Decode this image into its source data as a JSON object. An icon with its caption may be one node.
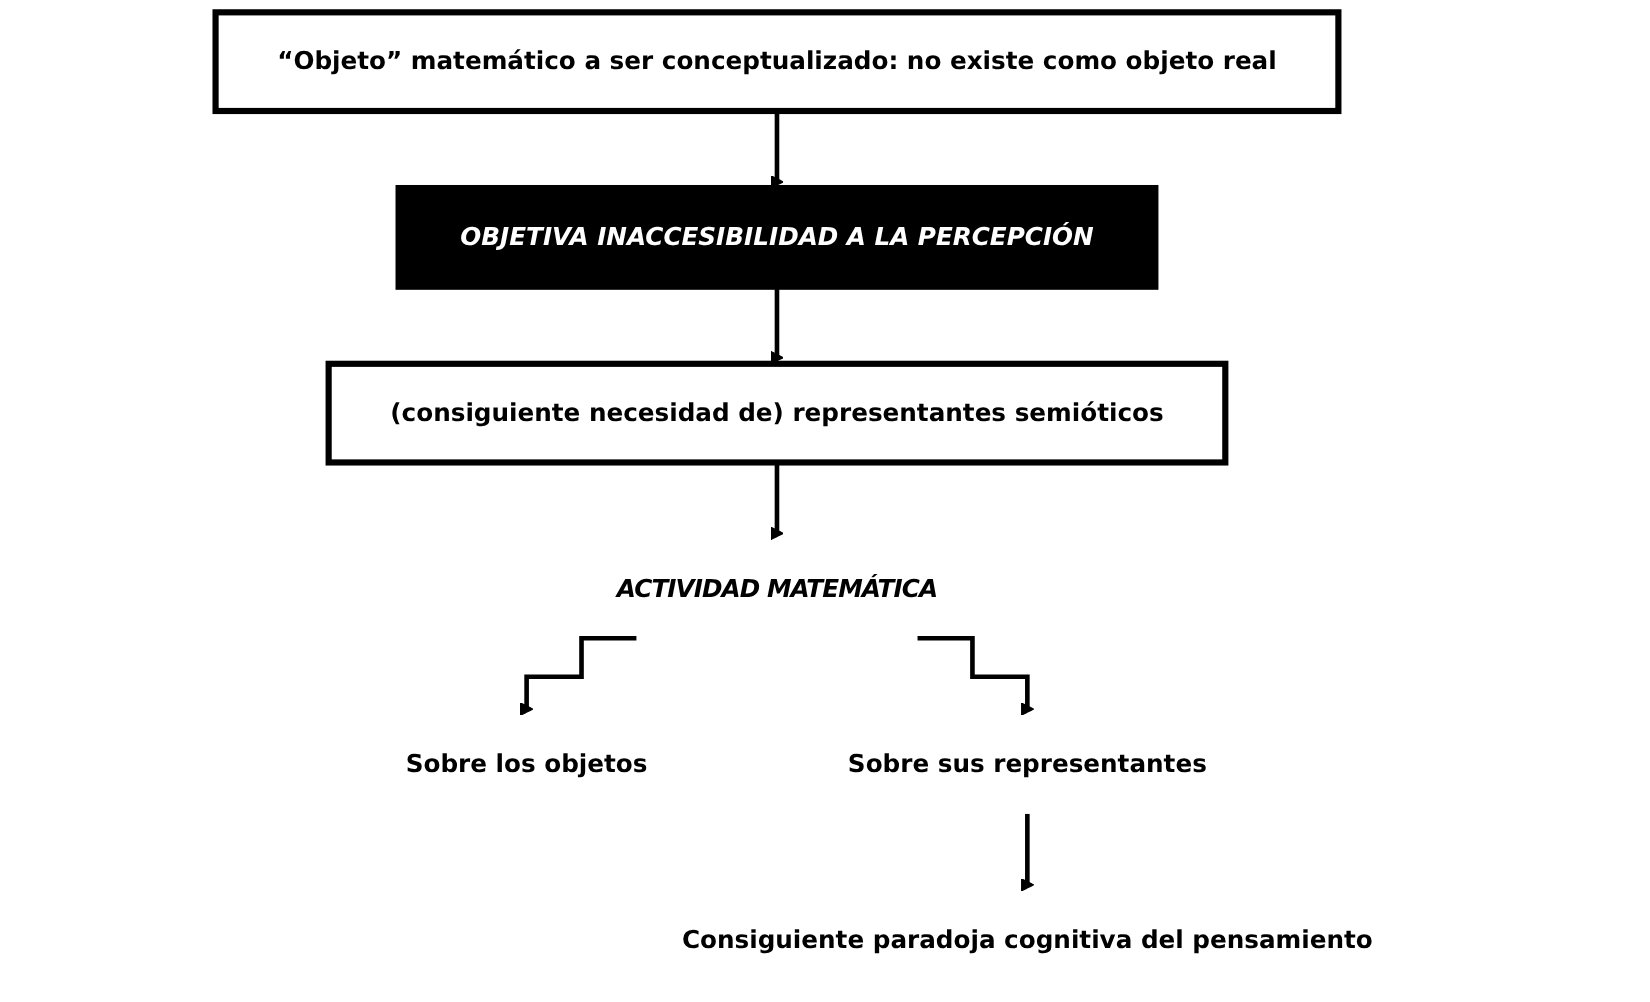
{
  "diagram": {
    "nodes": [
      {
        "text": [
          "“Objeto” matemático a ser conceptualizado: no existe como objeto real"
        ]
      },
      {
        "text": [
          "OBJETIVA INACCESIBILIDAD A LA PERCEPCIÓN"
        ]
      },
      {
        "text": [
          "(consiguiente necesidad de) representantes semióticos"
        ]
      },
      {
        "text": [
          "ACTIVIDAD MATEMÁTICA"
        ]
      },
      {
        "text": [
          "Sobre los objetos"
        ]
      },
      {
        "text": [
          "Sobre sus representantes"
        ]
      },
      {
        "text": [
          "Consiguiente paradoja cognitiva del pensamiento"
        ]
      }
    ],
    "edges": [
      {
        "from": 0,
        "to": 1,
        "arrow": "to"
      },
      {
        "from": 1,
        "to": 2,
        "arrow": "to"
      },
      {
        "from": 2,
        "to": 3,
        "arrow": "to"
      },
      {
        "from": 3,
        "to": 4,
        "arrow": "to"
      },
      {
        "from": 3,
        "to": 5,
        "arrow": "to"
      },
      {
        "from": 5,
        "to": 6,
        "arrow": "to"
      }
    ]
  }
}
